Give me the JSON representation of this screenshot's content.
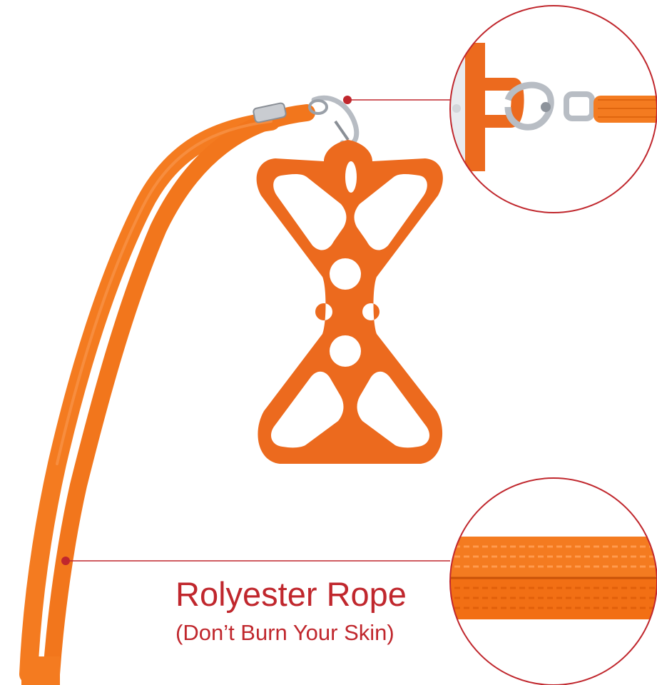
{
  "caption": {
    "title": "Rolyester Rope",
    "subtitle": "(Don’t Burn Your Skin)"
  },
  "colors": {
    "accent": "#c0272d",
    "product_orange": "#ec6a1e",
    "rope_orange": "#f47b20",
    "metal": "#c9ccd1",
    "background": "#ffffff"
  },
  "icons": {
    "pointer_dot": "circle",
    "callout": "magnifier-circle"
  }
}
